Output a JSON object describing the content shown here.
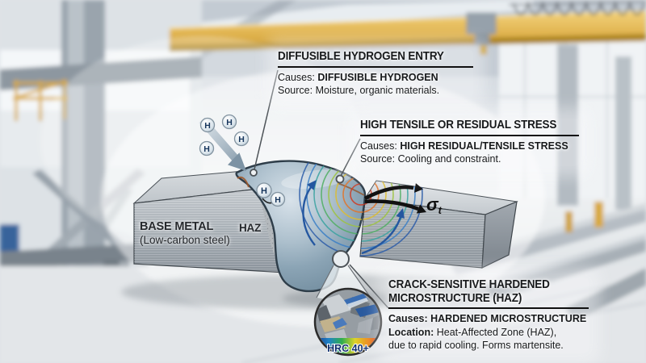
{
  "scene": {
    "description": "blurred industrial workshop interior with yellow overhead crane"
  },
  "callouts": {
    "hydrogen": {
      "title": "DIFFUSIBLE HYDROGEN ENTRY",
      "causes_label": "Causes:",
      "causes_value": "DIFFUSIBLE HYDROGEN",
      "source_label": "Source:",
      "source_value": "Moisture, organic materials."
    },
    "stress": {
      "title": "HIGH TENSILE OR RESIDUAL STRESS",
      "causes_label": "Causes:",
      "causes_value": "HIGH RESIDUAL/TENSILE STRESS",
      "source_label": "Source:",
      "source_value": "Cooling and constraint."
    },
    "microstructure": {
      "title_line1": "CRACK-SENSITIVE HARDENED",
      "title_line2": "MICROSTRUCTURE (HAZ)",
      "causes_label": "Causes:",
      "causes_value": "HARDENED MICROSTRUCTURE",
      "location_label": "Location:",
      "location_value": "Heat-Affected Zone (HAZ),",
      "location_value2": "due to rapid cooling. Forms martensite."
    }
  },
  "diagram": {
    "base_metal_label": "BASE METAL",
    "base_metal_sublabel": "(Low-carbon steel)",
    "haz_label": "HAZ",
    "hydrogen_symbol": "H",
    "stress_symbol": "σ",
    "stress_symbol_subscript": "t",
    "hardness_badge": "HRC 40+"
  },
  "colors": {
    "crane_yellow": "#dfb04a",
    "weld_blue_gray": "#9db3c2",
    "callout_text": "#17191b",
    "stress_arrow_black": "#111111",
    "flow_arrow_blue": "#2457a0",
    "contour_scale": [
      "#cf3a22",
      "#e2742a",
      "#debd2e",
      "#9ec43f",
      "#4fae62",
      "#3aa3a0",
      "#3b7fc6",
      "#2c5ca9"
    ],
    "hrc_band": [
      "#1c3a8e",
      "#1f83c6",
      "#2fae4e",
      "#ddd32a",
      "#ec8e20",
      "#d62a1c"
    ]
  }
}
